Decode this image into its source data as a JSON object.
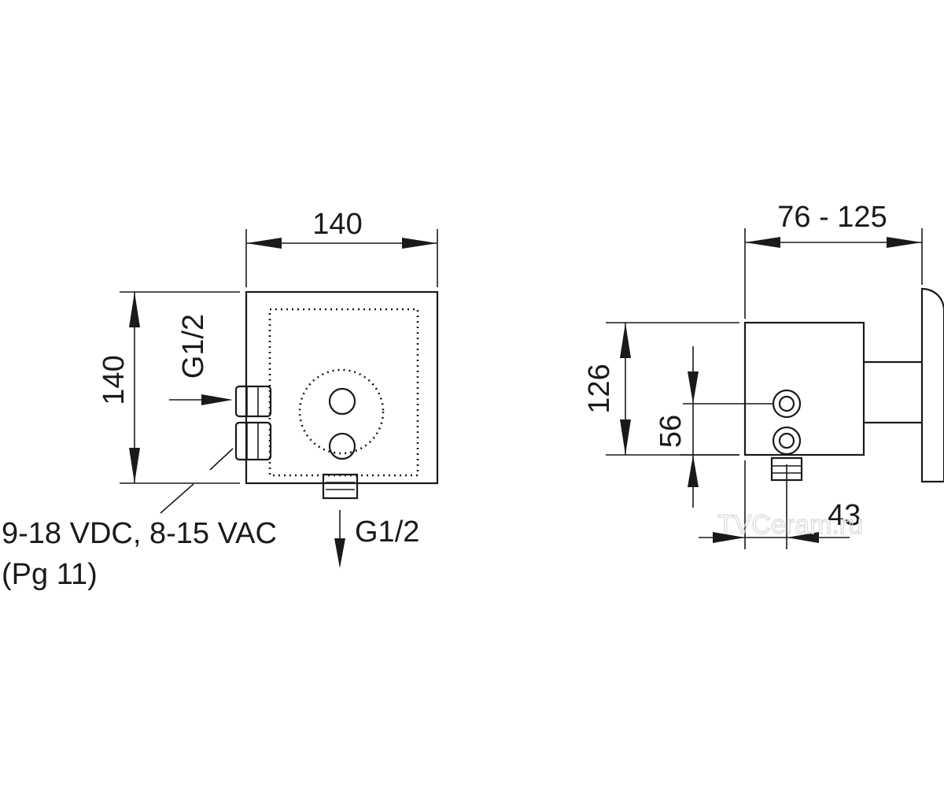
{
  "front_view": {
    "width_label": "140",
    "height_label": "140",
    "inlet_label": "G1/2",
    "outlet_label": "G1/2",
    "power_label": "9-18 VDC, 8-15 VAC",
    "gland_label": "(Pg 11)"
  },
  "side_view": {
    "depth_label": "76 - 125",
    "height_label": "126",
    "connection_height_label": "56",
    "connection_offset_label": "43"
  },
  "watermark": "TVCeram.ru"
}
